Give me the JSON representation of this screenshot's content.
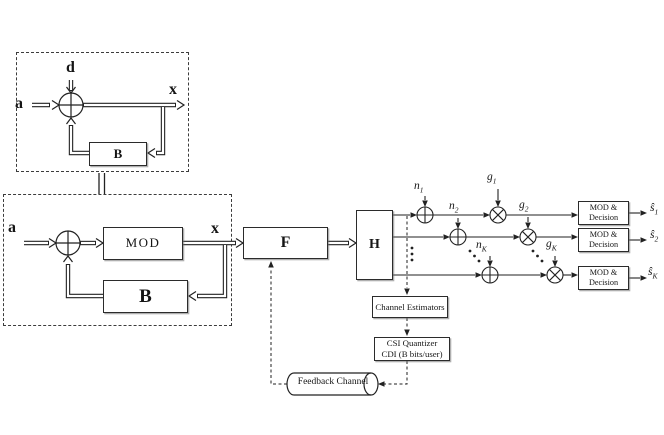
{
  "figure": {
    "description": "Block diagram of Tomlinson-Harashima precoded multiuser downlink with limited feedback",
    "colors": {
      "ink": "#1b1b1b",
      "paper": "#ffffff"
    }
  },
  "signals": {
    "d": "d",
    "a": "a",
    "x": "x"
  },
  "blocks": {
    "b": "B",
    "mod": "MOD",
    "precoder": "F",
    "channel": "H"
  },
  "decision": {
    "line1": "MOD &",
    "line2": "Decision"
  },
  "receivers": [
    {
      "n": "n",
      "n_sub": "1",
      "g": "g",
      "g_sub": "1",
      "s": "ŝ",
      "s_sub": "1"
    },
    {
      "n": "n",
      "n_sub": "2",
      "g": "g",
      "g_sub": "2",
      "s": "ŝ",
      "s_sub": "2"
    },
    {
      "n": "n",
      "n_sub": "K",
      "g": "g",
      "g_sub": "K",
      "s": "ŝ",
      "s_sub": "K"
    }
  ],
  "bottom": {
    "channel_estimators": "Channel Estimators",
    "csi_line1": "CSI Quantizer",
    "csi_line2": "CDI (B bits/user)",
    "feedback_channel": "Feedback Channel"
  }
}
